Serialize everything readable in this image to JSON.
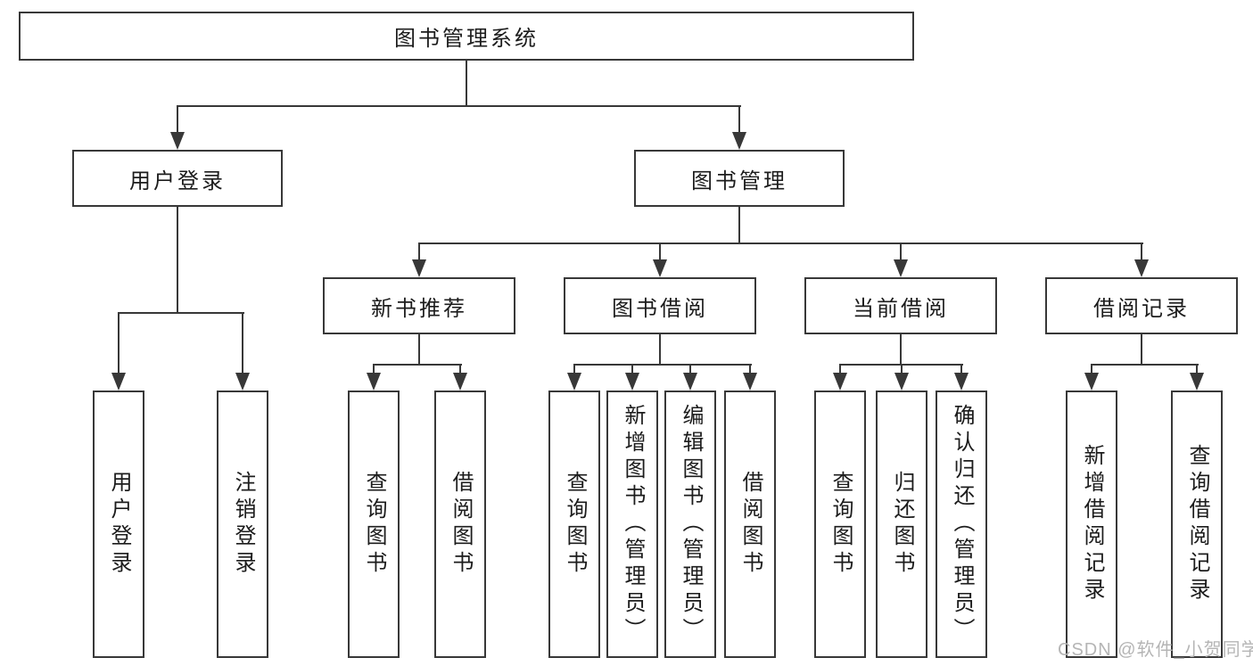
{
  "diagram": {
    "root": {
      "label": "图书管理系统"
    },
    "level2": [
      {
        "label": "用户登录"
      },
      {
        "label": "图书管理"
      }
    ],
    "level3": [
      {
        "label": "新书推荐"
      },
      {
        "label": "图书借阅"
      },
      {
        "label": "当前借阅"
      },
      {
        "label": "借阅记录"
      }
    ],
    "leaves": {
      "user_login": [
        "用户登录",
        "注销登录"
      ],
      "new_book_rec": [
        "查询图书",
        "借阅图书"
      ],
      "book_borrow": [
        "查询图书",
        "新增图书（管理员）",
        "编辑图书（管理员）",
        "借阅图书"
      ],
      "current_borrow": [
        "查询图书",
        "归还图书",
        "确认归还（管理员）"
      ],
      "borrow_record": [
        "新增借阅记录",
        "查询借阅记录"
      ]
    }
  },
  "watermark": {
    "text": "CSDN @软件_小贺同学"
  },
  "colors": {
    "line": "#383838",
    "box_background": "#ffffff",
    "text": "#1c1c1c",
    "watermark": "#b5b5b5"
  }
}
